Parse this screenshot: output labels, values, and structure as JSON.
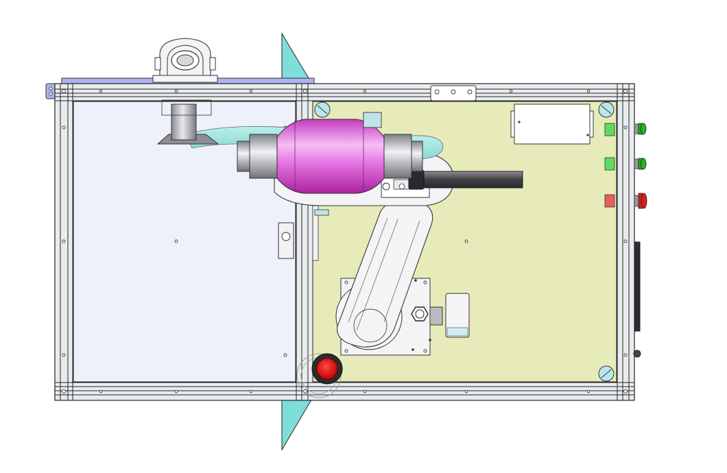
{
  "view": "top-view",
  "colors": {
    "background": "#ffffff",
    "door_panel": "#eef0fa",
    "base_plate": "#e6ebb9",
    "frame": "#e9ecef",
    "cyan_guard": "#7fded9",
    "end_effector": "#e472e1",
    "robot_arm": "#f4f4f6",
    "top_rail": "#aab4ee",
    "status_green": "#5fdc5f",
    "status_red": "#e95d5d",
    "pilot_green": "#22b422",
    "pilot_red": "#d42020",
    "emergency_stop": "#e01212",
    "cable": "#5b5b5f",
    "tray": "#cfecf2"
  },
  "status_lights": [
    {
      "icon": "green-indicator",
      "color": "#5fdc5f"
    },
    {
      "icon": "green-indicator",
      "color": "#5fdc5f"
    },
    {
      "icon": "red-indicator",
      "color": "#e95d5d"
    }
  ],
  "pilot_lights": [
    {
      "icon": "green-pilot-light",
      "color": "#22b422"
    },
    {
      "icon": "green-pilot-light",
      "color": "#22b422"
    },
    {
      "icon": "red-pilot-light",
      "color": "#d42020"
    }
  ],
  "icons": [
    "emergency-stop-icon",
    "door-handle-icon",
    "latch-plate-icon",
    "corner-bolt-icon"
  ]
}
